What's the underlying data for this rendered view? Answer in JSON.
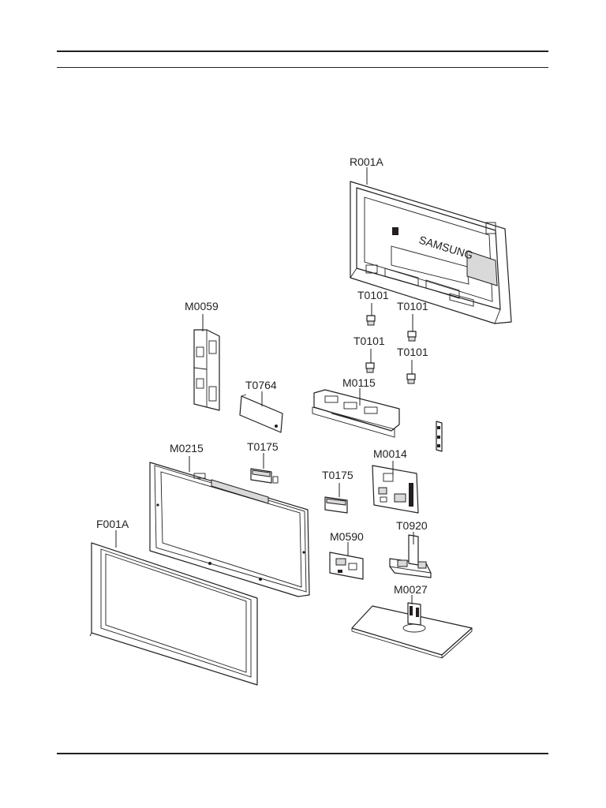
{
  "labels": {
    "R001A": "R001A",
    "M0059": "M0059",
    "T0101_a": "T0101",
    "T0101_b": "T0101",
    "T0101_c": "T0101",
    "T0101_d": "T0101",
    "T0764": "T0764",
    "M0115": "M0115",
    "M0215": "M0215",
    "T0175_a": "T0175",
    "T0175_b": "T0175",
    "M0014": "M0014",
    "F001A": "F001A",
    "M0590": "M0590",
    "T0920": "T0920",
    "M0027": "M0027"
  },
  "back_cover_logo": "SAMSUNG",
  "colors": {
    "line": "#231f20",
    "background": "#ffffff"
  }
}
